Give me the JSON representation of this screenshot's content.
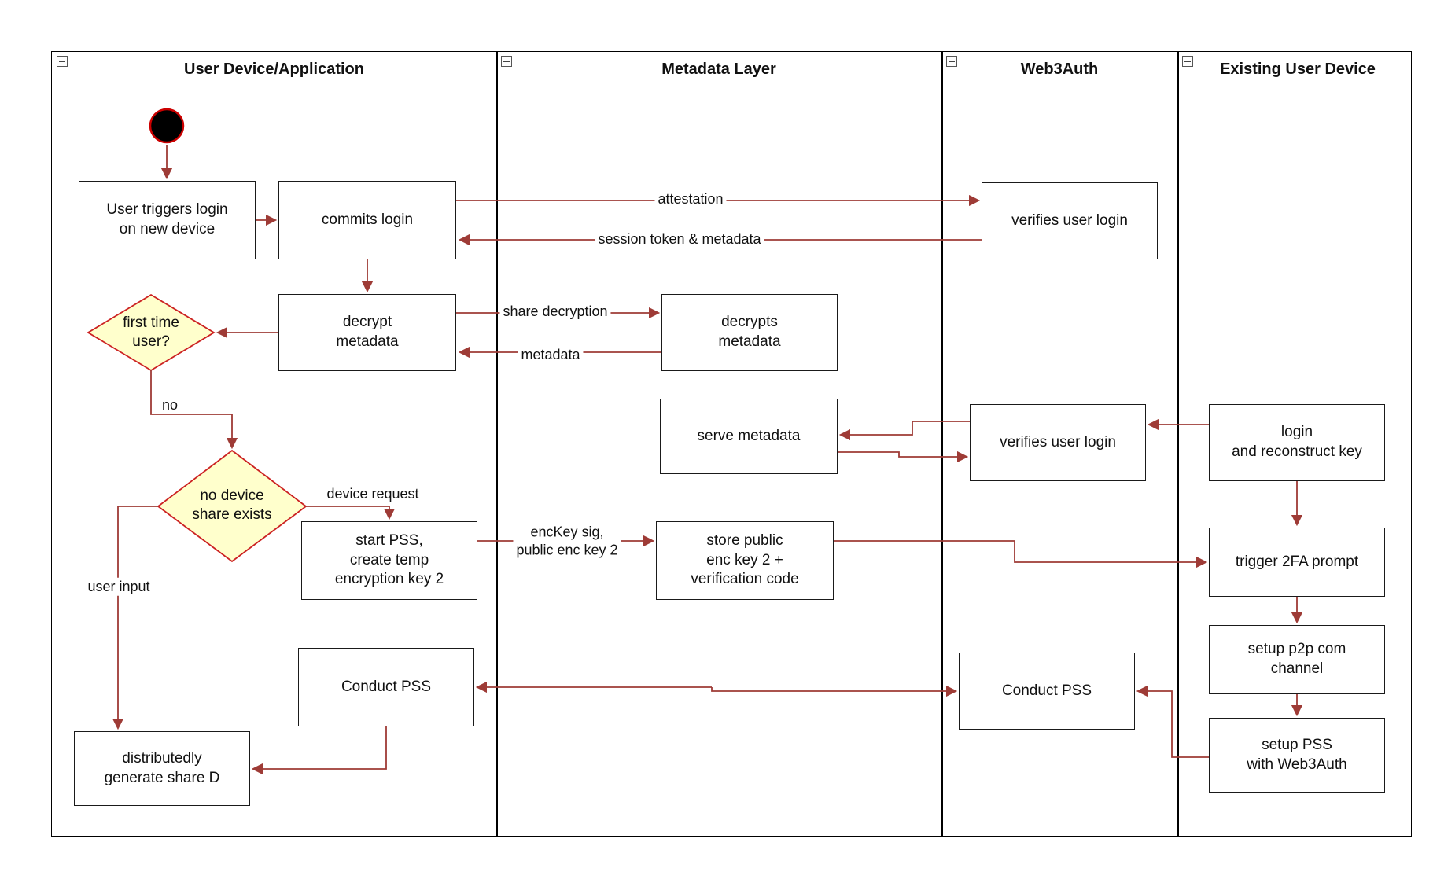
{
  "colors": {
    "arrow": "#9e3b36",
    "diamond_fill": "#ffffcc",
    "diamond_stroke": "#cc2222",
    "box_border": "#1a1a1a",
    "start_fill": "#000000",
    "start_stroke": "#cc0000"
  },
  "lanes": [
    {
      "title": "User Device/Application"
    },
    {
      "title": "Metadata Layer"
    },
    {
      "title": "Web3Auth"
    },
    {
      "title": "Existing User Device"
    }
  ],
  "nodes": {
    "user_triggers_login": "User triggers login\non new device",
    "commits_login": "commits login",
    "verifies_user_login_1": "verifies user login",
    "decrypt_metadata": "decrypt\nmetadata",
    "first_time_user": "first time\nuser?",
    "decrypts_metadata": "decrypts\nmetadata",
    "serve_metadata": "serve metadata",
    "verifies_user_login_2": "verifies user login",
    "login_reconstruct": "login\nand reconstruct key",
    "no_device_share": "no device\nshare exists",
    "start_pss": "start PSS,\ncreate temp\nencryption key 2",
    "store_public": "store public\nenc key 2 +\nverification code",
    "trigger_2fa": "trigger 2FA prompt",
    "setup_p2p": "setup p2p com\nchannel",
    "setup_pss": "setup PSS\nwith Web3Auth",
    "conduct_pss_left": "Conduct PSS",
    "conduct_pss_right": "Conduct PSS",
    "generate_share_d": "distributedly\ngenerate share D"
  },
  "edges": {
    "attestation": "attestation",
    "session_token": "session token & metadata",
    "share_decryption": "share decryption",
    "metadata": "metadata",
    "no": "no",
    "device_request": "device request",
    "user_input": "user input",
    "enckey": "encKey sig,\npublic enc key 2"
  }
}
